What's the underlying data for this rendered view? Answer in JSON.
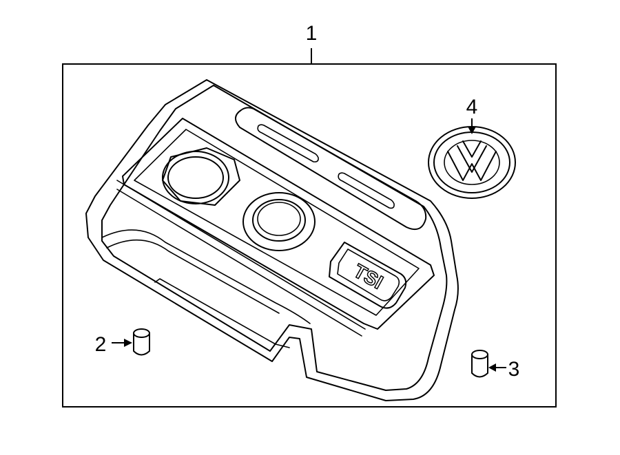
{
  "callouts": [
    {
      "number": "1"
    },
    {
      "number": "2"
    },
    {
      "number": "3"
    },
    {
      "number": "4"
    }
  ],
  "cover_badge_text": "TSI"
}
